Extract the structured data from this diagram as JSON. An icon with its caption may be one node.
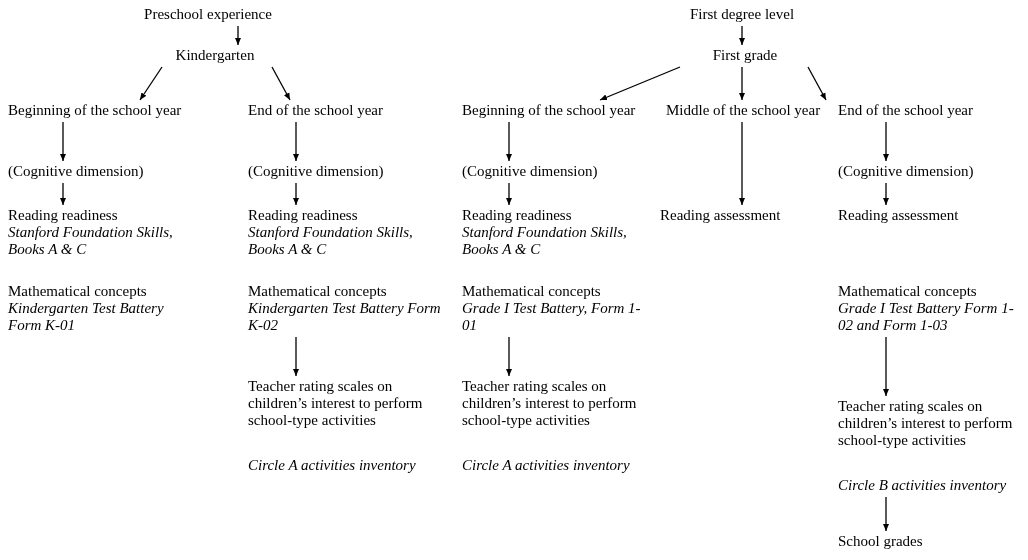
{
  "diagram": {
    "nodes": [
      {
        "text": [
          "Preschool experience"
        ]
      },
      {
        "text": [
          "Kindergarten"
        ]
      },
      {
        "text": [
          "Beginning of the school year"
        ]
      },
      {
        "text": [
          "(Cognitive dimension)"
        ]
      },
      {
        "text": [
          "Reading readiness",
          "Stanford Foundation Skills, Books A & C"
        ]
      },
      {
        "text": [
          "Mathematical concepts",
          "Kindergarten Test Battery Form K-01"
        ]
      },
      {
        "text": [
          "End of the school year"
        ]
      },
      {
        "text": [
          "(Cognitive dimension)"
        ]
      },
      {
        "text": [
          "Reading readiness",
          "Stanford Foundation Skills, Books A & C"
        ]
      },
      {
        "text": [
          "Mathematical concepts",
          "Kindergarten Test Battery Form K-02"
        ]
      },
      {
        "text": [
          "Teacher rating scales on children’s interest to perform school-type activities",
          "Circle A activities inventory"
        ]
      },
      {
        "text": [
          "First degree level"
        ]
      },
      {
        "text": [
          "First grade"
        ]
      },
      {
        "text": [
          "Beginning of the school year"
        ]
      },
      {
        "text": [
          "(Cognitive dimension)"
        ]
      },
      {
        "text": [
          "Reading readiness",
          "Stanford Foundation Skills, Books A & C"
        ]
      },
      {
        "text": [
          "Mathematical concepts",
          "Grade I Test Battery, Form 1-01"
        ]
      },
      {
        "text": [
          "Teacher rating scales on children’s interest to perform school-type activities",
          "Circle A activities inventory"
        ]
      },
      {
        "text": [
          "Middle of the school year"
        ]
      },
      {
        "text": [
          "Reading assessment"
        ]
      },
      {
        "text": [
          "End of the school year"
        ]
      },
      {
        "text": [
          "(Cognitive dimension)"
        ]
      },
      {
        "text": [
          "Reading assessment"
        ]
      },
      {
        "text": [
          "Mathematical concepts",
          "Grade I Test Battery Form 1-02 and Form 1-03"
        ]
      },
      {
        "text": [
          "Teacher rating scales on children’s interest to perform school-type activities",
          "Circle B activities inventory"
        ]
      },
      {
        "text": [
          "School grades"
        ]
      }
    ],
    "edges": [
      {
        "from": 0,
        "to": 1,
        "arrow": "to"
      },
      {
        "from": 1,
        "to": 2,
        "arrow": "to"
      },
      {
        "from": 1,
        "to": 6,
        "arrow": "to"
      },
      {
        "from": 2,
        "to": 3,
        "arrow": "to"
      },
      {
        "from": 3,
        "to": 4,
        "arrow": "to"
      },
      {
        "from": 6,
        "to": 7,
        "arrow": "to"
      },
      {
        "from": 7,
        "to": 8,
        "arrow": "to"
      },
      {
        "from": 9,
        "to": 10,
        "arrow": "to"
      },
      {
        "from": 11,
        "to": 12,
        "arrow": "to"
      },
      {
        "from": 12,
        "to": 13,
        "arrow": "to"
      },
      {
        "from": 12,
        "to": 18,
        "arrow": "to"
      },
      {
        "from": 12,
        "to": 20,
        "arrow": "to"
      },
      {
        "from": 13,
        "to": 14,
        "arrow": "to"
      },
      {
        "from": 14,
        "to": 15,
        "arrow": "to"
      },
      {
        "from": 16,
        "to": 17,
        "arrow": "to"
      },
      {
        "from": 18,
        "to": 19,
        "arrow": "to"
      },
      {
        "from": 20,
        "to": 21,
        "arrow": "to"
      },
      {
        "from": 21,
        "to": 22,
        "arrow": "to"
      },
      {
        "from": 23,
        "to": 24,
        "arrow": "to"
      },
      {
        "from": 24,
        "to": 25,
        "arrow": "to"
      }
    ]
  }
}
